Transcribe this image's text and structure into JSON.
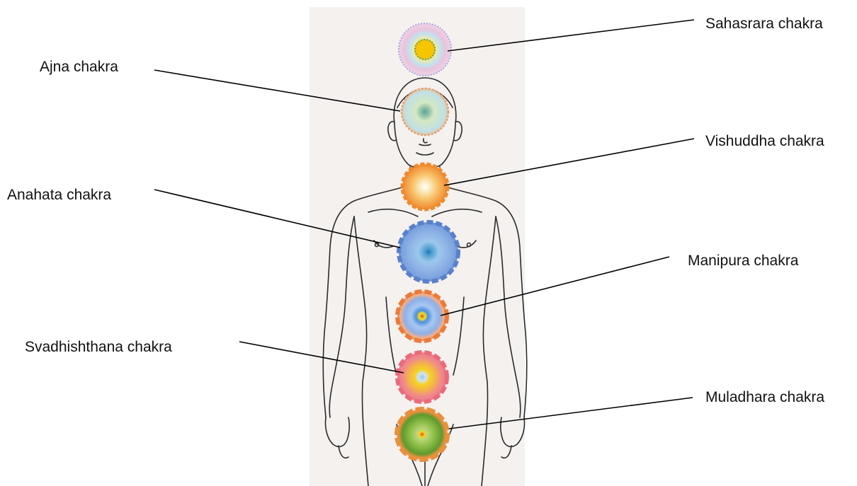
{
  "labels": {
    "sahasrara": "Sahasrara chakra",
    "ajna": "Ajna chakra",
    "vishuddha": "Vishuddha chakra",
    "anahata": "Anahata chakra",
    "manipura": "Manipura chakra",
    "svadhisthana": "Svadhishthana chakra",
    "muladhara": "Muladhara chakra"
  },
  "colors": {
    "panel": "#f4f1ef",
    "outline": "#2b2b2b",
    "leader": "#000000",
    "sahasrara_outer": "#e9c3dd",
    "sahasrara_inner": "#f7d21a",
    "ajna_outer": "#bfe0e8",
    "ajna_inner": "#8ec0a5",
    "vishuddha_outer": "#f3a24a",
    "vishuddha_inner": "#fbe8b8",
    "anahata_outer": "#7aa2de",
    "anahata_inner": "#1f78b4",
    "manipura_outer": "#f08a4a",
    "manipura_inner": "#f5e21a",
    "svadhisthana_outer": "#ef7a8a",
    "svadhisthana_inner": "#f6d226",
    "muladhara_outer": "#e9903c",
    "muladhara_inner": "#8dbd47"
  }
}
